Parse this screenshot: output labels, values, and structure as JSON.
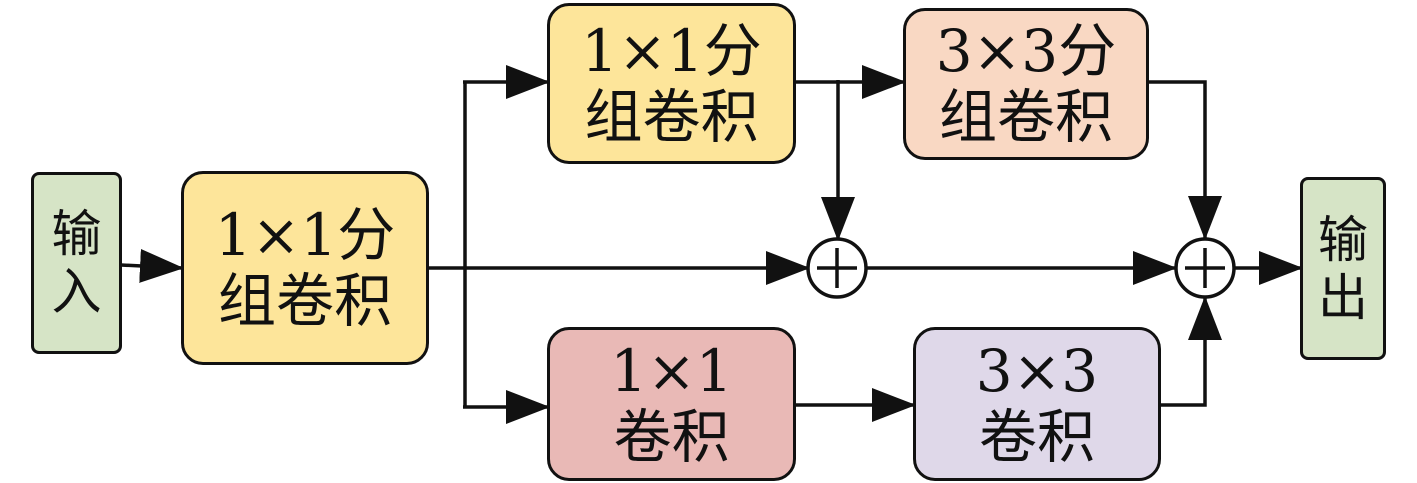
{
  "colors": {
    "io": "#d6e4c6",
    "group_conv_yellow": "#fde59a",
    "group_conv_orange": "#f9d8c3",
    "conv_red": "#e9b9b6",
    "conv_purple": "#dfd8e9",
    "line": "#111111"
  },
  "nodes": {
    "input": {
      "label": "输入"
    },
    "first_group_conv": {
      "line1": "1×1分",
      "line2": "组卷积"
    },
    "top_group_conv_1x1": {
      "line1": "1×1分",
      "line2": "组卷积"
    },
    "top_group_conv_3x3": {
      "line1": "3×3分",
      "line2": "组卷积"
    },
    "bottom_conv_1x1": {
      "line1": "1×1",
      "line2": "卷积"
    },
    "bottom_conv_3x3": {
      "line1": "3×3",
      "line2": "卷积"
    },
    "output": {
      "label": "输出"
    }
  },
  "operators": {
    "add_middle": {
      "symbol": "add"
    },
    "add_final": {
      "symbol": "add"
    }
  }
}
